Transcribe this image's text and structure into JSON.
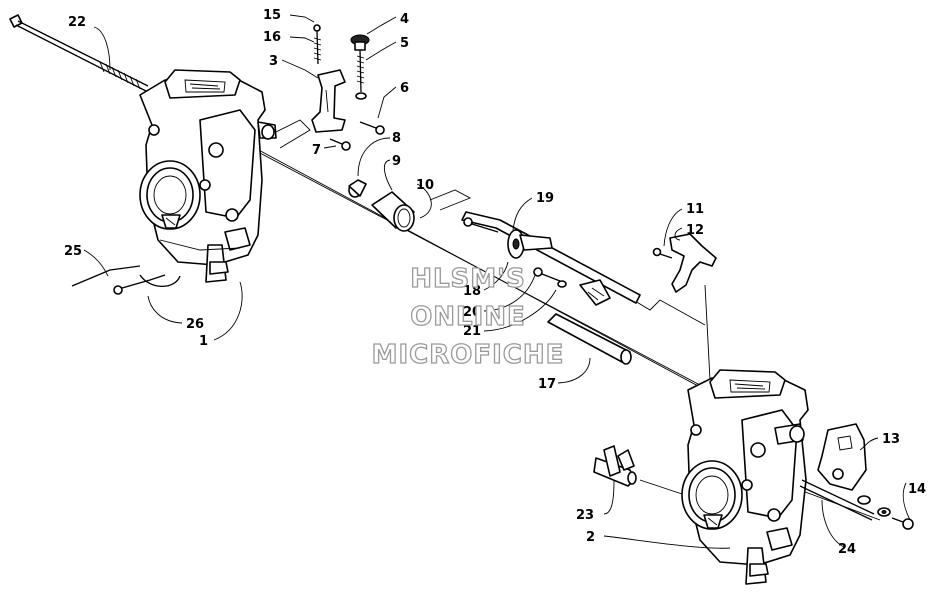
{
  "callouts": {
    "c1": "1",
    "c2": "2",
    "c3": "3",
    "c4": "4",
    "c5": "5",
    "c6": "6",
    "c7": "7",
    "c8": "8",
    "c9": "9",
    "c10": "10",
    "c11": "11",
    "c12": "12",
    "c13": "13",
    "c14": "14",
    "c15": "15",
    "c16": "16",
    "c17": "17",
    "c18": "18",
    "c19": "19",
    "c20": "20",
    "c21": "21",
    "c22": "22",
    "c23": "23",
    "c24": "24",
    "c25": "25",
    "c26": "26"
  },
  "watermark": {
    "line1": "HLSM'S",
    "line2": "ONLINE",
    "line3": "MICROFICHE"
  }
}
